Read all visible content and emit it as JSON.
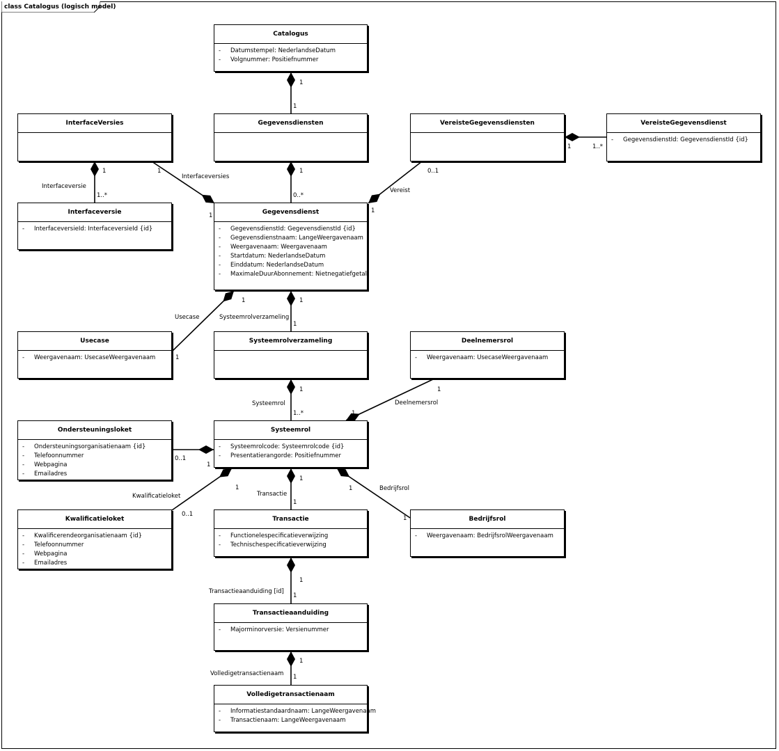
{
  "frame_title": "class Catalogus (logisch model)",
  "classes": {
    "catalogus": {
      "name": "Catalogus",
      "attributes": [
        "Datumstempel: NederlandseDatum",
        "Volgnummer: Positiefnummer"
      ]
    },
    "interfaceversies": {
      "name": "InterfaceVersies",
      "attributes": []
    },
    "gegevensdiensten": {
      "name": "Gegevensdiensten",
      "attributes": []
    },
    "vereiste_gegevensdiensten": {
      "name": "VereisteGegevensdiensten",
      "attributes": []
    },
    "vereiste_gegevensdienst": {
      "name": "VereisteGegevensdienst",
      "attributes": [
        "GegevensdienstId: GegevensdienstId {id}"
      ]
    },
    "interfaceversie": {
      "name": "Interfaceversie",
      "attributes": [
        "InterfaceversieId: InterfaceversieId {id}"
      ]
    },
    "gegevensdienst": {
      "name": "Gegevensdienst",
      "attributes": [
        "GegevensdienstId: GegevensdienstId {id}",
        "Gegevensdienstnaam: LangeWeergavenaam",
        "Weergavenaam: Weergavenaam",
        "Startdatum: NederlandseDatum",
        "Einddatum: NederlandseDatum",
        "MaximaleDuurAbonnement: Nietnegatiefgetal"
      ]
    },
    "usecase": {
      "name": "Usecase",
      "attributes": [
        "Weergavenaam: UsecaseWeergavenaam"
      ]
    },
    "systeemrolverzameling": {
      "name": "Systeemrolverzameling",
      "attributes": []
    },
    "deelnemersrol": {
      "name": "Deelnemersrol",
      "attributes": [
        "Weergavenaam: UsecaseWeergavenaam"
      ]
    },
    "ondersteuningsloket": {
      "name": "Ondersteuningsloket",
      "attributes": [
        "Ondersteuningsorganisatienaam {id}",
        "Telefoonnummer",
        "Webpagina",
        "Emailadres"
      ]
    },
    "systeemrol": {
      "name": "Systeemrol",
      "attributes": [
        "Systeemrolcode: Systeemrolcode {id}",
        "Presentatierangorde: Positiefnummer"
      ]
    },
    "kwalificatieloket": {
      "name": "Kwalificatieloket",
      "attributes": [
        "Kwalificerendeorganisatienaam {id}",
        "Telefoonnummer",
        "Webpagina",
        "Emailadres"
      ]
    },
    "transactie": {
      "name": "Transactie",
      "attributes": [
        "Functionelespecificatieverwijzing",
        "Technischespecificatieverwijzing"
      ]
    },
    "bedrijfsrol": {
      "name": "Bedrijfsrol",
      "attributes": [
        "Weergavenaam: BedrijfsrolWeergavenaam"
      ]
    },
    "transactieaanduiding": {
      "name": "Transactieaanduiding",
      "attributes": [
        "Majorminorversie: Versienummer"
      ]
    },
    "volledigetransactienaam": {
      "name": "Volledigetransactienaam",
      "attributes": [
        "Informatiestandaardnaam: LangeWeergavenaam",
        "Transactienaam: LangeWeergavenaam"
      ]
    }
  },
  "associations": [
    {
      "from": "catalogus",
      "to": "gegevensdiensten",
      "role": "",
      "mult_whole": "1",
      "mult_part": "1"
    },
    {
      "from": "interfaceversies",
      "to": "interfaceversie",
      "role": "Interfaceversie",
      "mult_whole": "1",
      "mult_part": "1..*"
    },
    {
      "from": "gegevensdienst",
      "to": "interfaceversies",
      "role": "Interfaceversies",
      "mult_whole": "1",
      "mult_part": "1"
    },
    {
      "from": "gegevensdiensten",
      "to": "gegevensdienst",
      "role": "",
      "mult_whole": "1",
      "mult_part": "0..*"
    },
    {
      "from": "gegevensdienst",
      "to": "vereiste_gegevensdiensten",
      "role": "Vereist",
      "mult_whole": "1",
      "mult_part": "0..1"
    },
    {
      "from": "vereiste_gegevensdiensten",
      "to": "vereiste_gegevensdienst",
      "role": "",
      "mult_whole": "1",
      "mult_part": "1..*"
    },
    {
      "from": "gegevensdienst",
      "to": "usecase",
      "role": "Usecase",
      "mult_whole": "1",
      "mult_part": "1"
    },
    {
      "from": "gegevensdienst",
      "to": "systeemrolverzameling",
      "role": "Systeemrolverzameling",
      "mult_whole": "1",
      "mult_part": "1"
    },
    {
      "from": "systeemrolverzameling",
      "to": "systeemrol",
      "role": "Systeemrol",
      "mult_whole": "1",
      "mult_part": "1..*"
    },
    {
      "from": "systeemrol",
      "to": "deelnemersrol",
      "role": "Deelnemersrol",
      "mult_whole": "1",
      "mult_part": "1"
    },
    {
      "from": "systeemrol",
      "to": "ondersteuningsloket",
      "role": "",
      "mult_whole": "1",
      "mult_part": "0..1"
    },
    {
      "from": "systeemrol",
      "to": "kwalificatieloket",
      "role": "Kwalificatieloket",
      "mult_whole": "1",
      "mult_part": "0..1"
    },
    {
      "from": "systeemrol",
      "to": "transactie",
      "role": "Transactie",
      "mult_whole": "1",
      "mult_part": "1"
    },
    {
      "from": "systeemrol",
      "to": "bedrijfsrol",
      "role": "Bedrijfsrol",
      "mult_whole": "1",
      "mult_part": "1"
    },
    {
      "from": "transactie",
      "to": "transactieaanduiding",
      "role": "Transactieaanduiding [id]",
      "mult_whole": "1",
      "mult_part": "1"
    },
    {
      "from": "transactieaanduiding",
      "to": "volledigetransactienaam",
      "role": "Volledigetransactienaam",
      "mult_whole": "1",
      "mult_part": "1"
    }
  ]
}
